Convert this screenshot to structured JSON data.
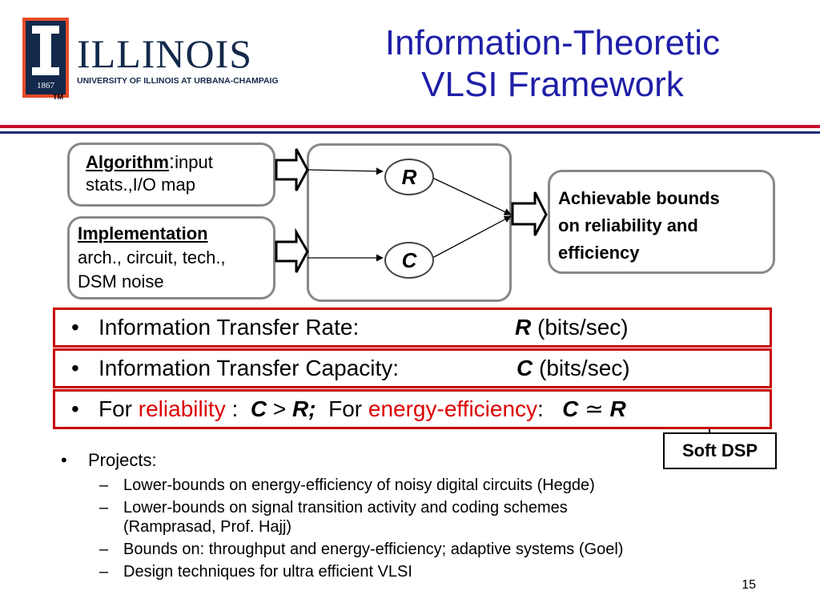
{
  "logo": {
    "wordmark": "ILLINOIS",
    "subtitle": "UNIVERSITY OF ILLINOIS AT URBANA-CHAMPAIGN",
    "year": "1867",
    "tm": "TM"
  },
  "title": {
    "line1": "Information-Theoretic",
    "line2": "VLSI Framework"
  },
  "diagram": {
    "algorithm_label": "Algorithm",
    "algorithm_colon": ":",
    "algorithm_text1": "input",
    "algorithm_text2": "stats.,I/O map",
    "implementation_label": "Implementation",
    "implementation_text1": "arch., circuit, tech.,",
    "implementation_text2": "DSM noise",
    "r_node": "R",
    "c_node": "C",
    "achievable": [
      "Achievable bounds",
      "on reliability and",
      "efficiency"
    ]
  },
  "bullets": {
    "rate_label": "Information Transfer Rate:",
    "rate_symbol": "R",
    "rate_unit": "(bits/sec)",
    "capacity_label": "Information Transfer Capacity:",
    "capacity_symbol": "C",
    "capacity_unit": "(bits/sec)",
    "for1": "For",
    "reliability": "reliability",
    "colon1": ":",
    "rel_expr_c": "C",
    "rel_expr_op": ">",
    "rel_expr_r": "R;",
    "for2": "For",
    "energy": "energy-efficiency",
    "colon2": ":",
    "eng_expr_c": "C",
    "eng_expr_op": "≃",
    "eng_expr_r": "R",
    "bullet_char": "•"
  },
  "soft_dsp": "Soft DSP",
  "projects": {
    "heading": "Projects:",
    "bullet": "•",
    "dash": "–",
    "items": [
      "Lower-bounds on energy-efficiency of noisy digital circuits (Hegde)",
      "Lower-bounds on signal transition activity and coding schemes (Ramprasad, Prof. Hajj)",
      "Bounds on: throughput and energy-efficiency; adaptive systems (Goel)",
      "Design techniques for ultra efficient VLSI"
    ]
  },
  "page_number": "15",
  "colors": {
    "title": "#1f1fa8",
    "rule_red": "#c8102e",
    "rule_blue": "#1c2b7a",
    "box_border": "#888888",
    "bar_border": "#c80000",
    "highlight_red": "#dd0000",
    "logo_blue": "#13294b",
    "logo_orange": "#e84a27"
  }
}
